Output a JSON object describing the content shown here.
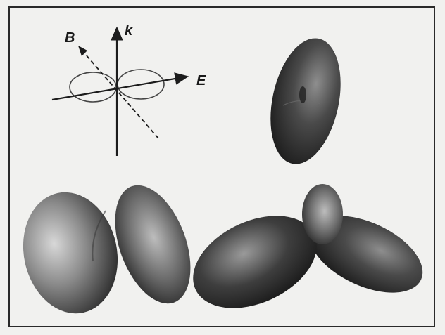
{
  "axes": {
    "b_label": "B",
    "k_label": "k",
    "e_label": "E"
  },
  "colors": {
    "background": "#f1f1ef",
    "frame": "#2a2a2a",
    "axis_line": "#1c1c1c",
    "lobe_outline": "#444444",
    "surface_light": "#d8d8d8",
    "surface_mid": "#8a8a8a",
    "surface_dark": "#1e1e1e"
  },
  "shapes": {
    "axis_diagram": "dipole-radiation-pattern-icon",
    "top_right": "single-lobe-ellipsoid",
    "bottom_left": "two-lobe-surface",
    "bottom_right": "three-lobe-surface"
  }
}
